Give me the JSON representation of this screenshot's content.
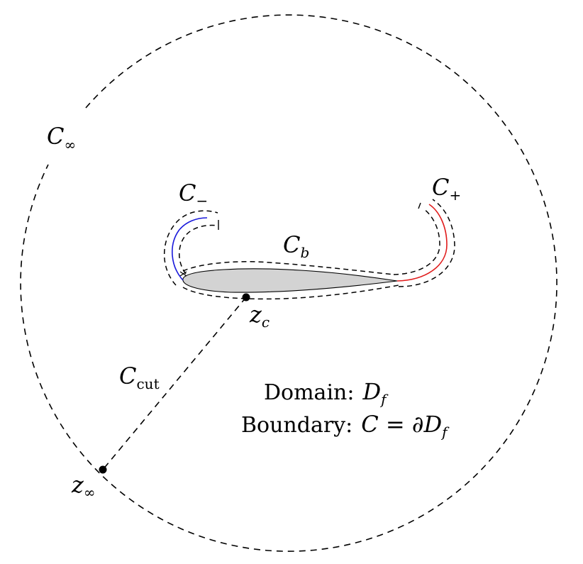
{
  "labels": {
    "c_inf_main": "C",
    "c_inf_sub": "∞",
    "c_minus_main": "C",
    "c_minus_sub": "−",
    "c_plus_main": "C",
    "c_plus_sub": "+",
    "c_b_main": "C",
    "c_b_sub": "b",
    "z_c_main": "z",
    "z_c_sub": "c",
    "c_cut_main": "C",
    "c_cut_sub": "cut",
    "z_inf_main": "z",
    "z_inf_sub": "∞",
    "domain_text": "Domain:",
    "domain_main": "D",
    "domain_sub": "f",
    "boundary_text": "Boundary:",
    "boundary_expr": "C = ∂D",
    "boundary_sub": "f"
  },
  "colors": {
    "minus_curve": "#1a1adb",
    "plus_curve": "#e01b1b",
    "airfoil_fill": "#d3d3d3",
    "ink": "#000000"
  }
}
